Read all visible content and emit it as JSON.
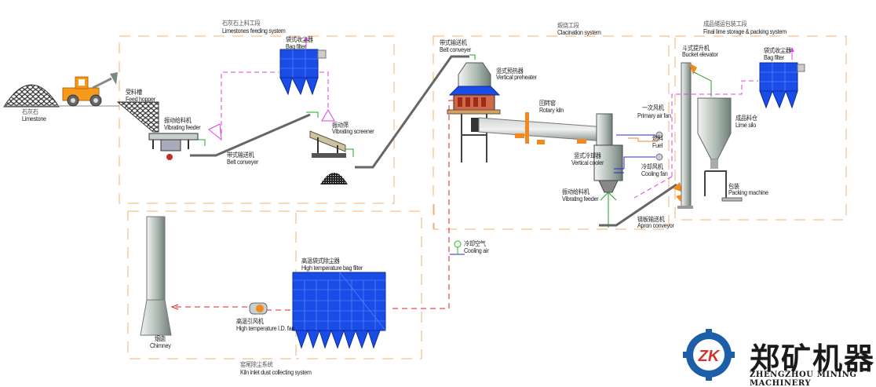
{
  "sections": {
    "limestone_feeding": {
      "cn": "石灰石上料工段",
      "en": "Limestones feeding system"
    },
    "calcination": {
      "cn": "煅烧工段",
      "en": "Clacination system"
    },
    "final_storage": {
      "cn": "成品储运包装工段",
      "en": "Final lime storage & packing system"
    },
    "kiln_inlet_dust": {
      "cn": "窑尾除尘系统",
      "en": "Kiln inlet dust collecting system"
    }
  },
  "equipment": {
    "limestone": {
      "cn": "石灰石",
      "en": "Limestone"
    },
    "feed_hopper": {
      "cn": "受料槽",
      "en": "Feed hopper"
    },
    "vibrating_feeder_1": {
      "cn": "振动给料机",
      "en": "Vibrating feeder"
    },
    "belt_conveyer_1": {
      "cn": "带式输送机",
      "en": "Belt conveyer"
    },
    "bag_filter_1": {
      "cn": "袋式收尘器",
      "en": "Bag filter"
    },
    "vibrating_screener": {
      "cn": "振动筛",
      "en": "Vibrating screener"
    },
    "belt_conveyer_2": {
      "cn": "带式输送机",
      "en": "Belt conveyer"
    },
    "vertical_preheater": {
      "cn": "竖式预热器",
      "en": "Vertical preheater"
    },
    "rotary_kiln": {
      "cn": "回转窑",
      "en": "Rotary kiln"
    },
    "primary_air_fan": {
      "cn": "一次风机",
      "en": "Primary air fan"
    },
    "fuel": {
      "cn": "燃料",
      "en": "Fuel"
    },
    "vertical_cooler": {
      "cn": "竖式冷却器",
      "en": "Vertical cooler"
    },
    "cooling_fan": {
      "cn": "冷却风机",
      "en": "Cooling fan"
    },
    "vibrating_feeder_2": {
      "cn": "振动给料机",
      "en": "Vibrating feeder"
    },
    "apron_conveyor": {
      "cn": "链板输送机",
      "en": "Apron conveyor"
    },
    "bucket_elevator": {
      "cn": "斗式提升机",
      "en": "Bucket elevator"
    },
    "bag_filter_2": {
      "cn": "袋式收尘器",
      "en": "Bag filter"
    },
    "lime_silo": {
      "cn": "成品料仓",
      "en": "Lime silo"
    },
    "packing_machine": {
      "cn": "包装",
      "en": "Packing machine"
    },
    "cooling_air": {
      "cn": "冷却空气",
      "en": "Cooling air"
    },
    "ht_bag_filter": {
      "cn": "高温袋式除尘器",
      "en": "High temperature bag filter"
    },
    "ht_id_fan": {
      "cn": "高温引风机",
      "en": "High temperature I.D. fan"
    },
    "chimney": {
      "cn": "烟囱",
      "en": "Chimney"
    }
  },
  "logo": {
    "cn": "郑矿机器",
    "en": "ZHENGZHOU MINING MACHINERY",
    "mark": "ZK"
  },
  "colors": {
    "section_border": "#f0b070",
    "dust_line": "#e02020",
    "air_line": "#e040e0",
    "filter_blue": "#1a4de8",
    "material_line": "#20a020"
  }
}
